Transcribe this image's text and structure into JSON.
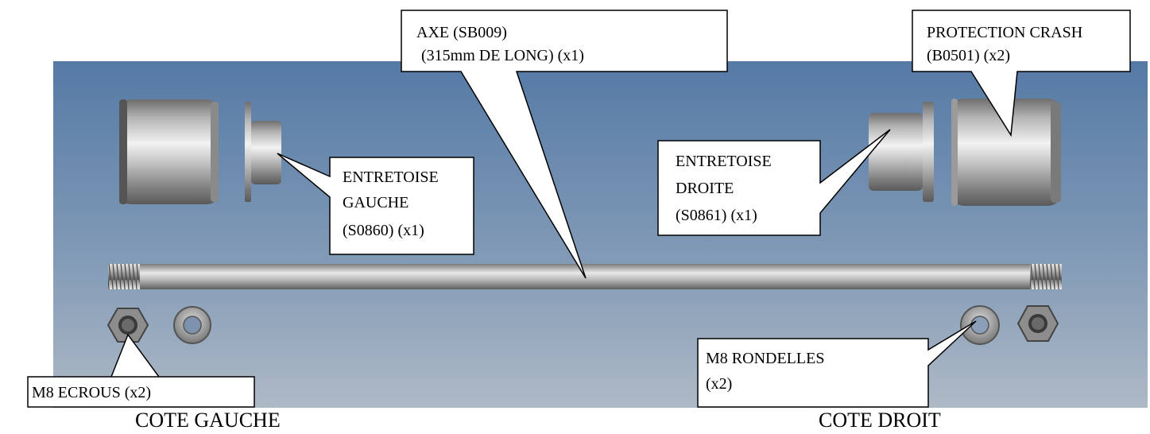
{
  "diagram": {
    "axle": {
      "line1": "AXE (SB009)",
      "line2": "(315mm DE LONG)  (x1)"
    },
    "crash_protection": {
      "line1": "PROTECTION CRASH",
      "line2": "(B0501) (x2)"
    },
    "left_spacer": {
      "line1": "ENTRETOISE",
      "line2": "GAUCHE",
      "line3": "(S0860) (x1)"
    },
    "right_spacer": {
      "line1": "ENTRETOISE",
      "line2": "DROITE",
      "line3": "(S0861) (x1)"
    },
    "nuts": {
      "line1": "M8 ECROUS (x2)"
    },
    "washers": {
      "line1": "M8 RONDELLES",
      "line2": "(x2)"
    },
    "side_left": "COTE GAUCHE",
    "side_right": "COTE DROIT",
    "colors": {
      "background_top": "#5b7ea8",
      "background_bottom": "#aab8c8",
      "metal": "#9a9a9a"
    }
  }
}
